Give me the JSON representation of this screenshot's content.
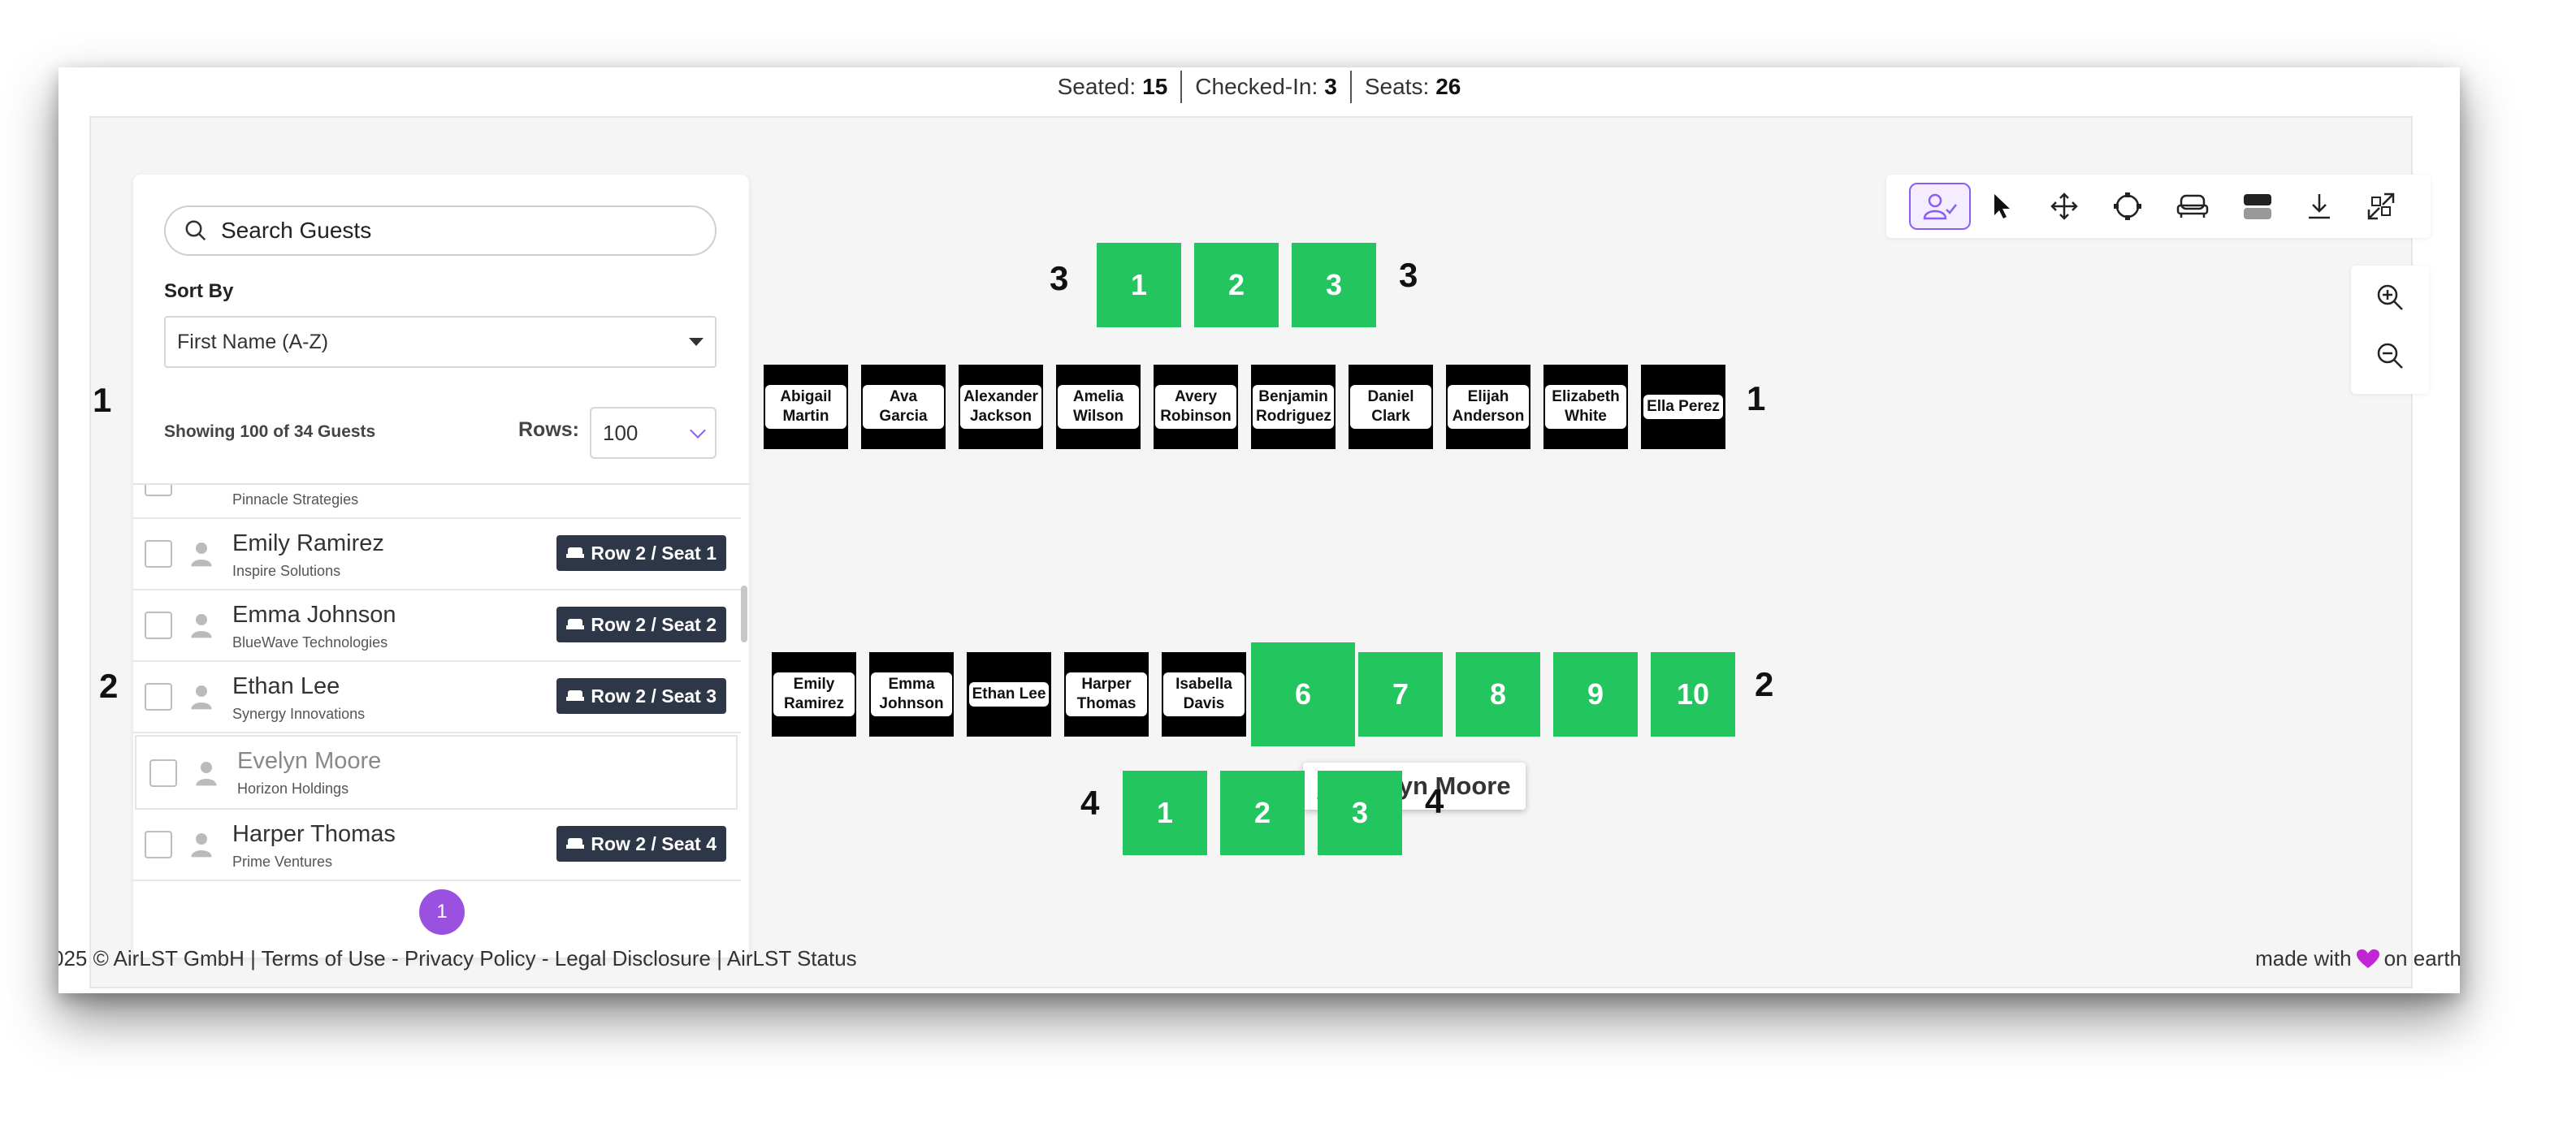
{
  "stats": {
    "seated_label": "Seated:",
    "seated_value": "15",
    "checkedin_label": "Checked-In:",
    "checkedin_value": "3",
    "seats_label": "Seats:",
    "seats_value": "26"
  },
  "sidebar": {
    "search_placeholder": "Search Guests",
    "sort_label": "Sort By",
    "sort_value": "First Name (A-Z)",
    "showing_text": "Showing 100 of 34 Guests",
    "rows_label": "Rows:",
    "rows_value": "100",
    "partial_company": "Pinnacle Strategies",
    "guests": [
      {
        "name": "Emily Ramirez",
        "company": "Inspire Solutions",
        "seat": "Row 2 / Seat 1"
      },
      {
        "name": "Emma Johnson",
        "company": "BlueWave Technologies",
        "seat": "Row 2 / Seat 2"
      },
      {
        "name": "Ethan Lee",
        "company": "Synergy Innovations",
        "seat": "Row 2 / Seat 3"
      },
      {
        "name": "Evelyn Moore",
        "company": "Horizon Holdings",
        "seat": ""
      },
      {
        "name": "Harper Thomas",
        "company": "Prime Ventures",
        "seat": "Row 2 / Seat 4"
      }
    ],
    "page": "1"
  },
  "toolbar": {
    "icons": [
      "guest-check-icon",
      "pointer-icon",
      "move-icon",
      "rotate-icon",
      "seat-icon",
      "row-icon",
      "download-icon",
      "expand-icon"
    ],
    "zoom": [
      "zoom-in-icon",
      "zoom-out-icon"
    ]
  },
  "seating": {
    "row3": {
      "label": "3",
      "seats": [
        "1",
        "2",
        "3"
      ]
    },
    "row1": {
      "label": "1",
      "seats": [
        "Abigail Martin",
        "Ava Garcia",
        "Alexander Jackson",
        "Amelia Wilson",
        "Avery Robinson",
        "Benjamin Rodriguez",
        "Daniel Clark",
        "Elijah Anderson",
        "Elizabeth White",
        "Ella Perez"
      ]
    },
    "row2": {
      "label": "2",
      "taken": [
        "Emily Ramirez",
        "Emma Johnson",
        "Ethan Lee",
        "Harper Thomas",
        "Isabella Davis"
      ],
      "empty": [
        "6",
        "7",
        "8",
        "9",
        "10"
      ]
    },
    "row4": {
      "label": "4",
      "seats": [
        "1",
        "2",
        "3"
      ]
    },
    "tooltip": "Evelyn Moore"
  },
  "footer": {
    "left": "025 © AirLST GmbH | Terms of Use - Privacy Policy - Legal Disclosure | AirLST Status",
    "right_prefix": "made with",
    "right_suffix": "on earth",
    "heart_color": "#c026d3"
  },
  "colors": {
    "accent": "#8b5cf6",
    "seat_empty": "#22c55e",
    "badge": "#2d3748"
  }
}
